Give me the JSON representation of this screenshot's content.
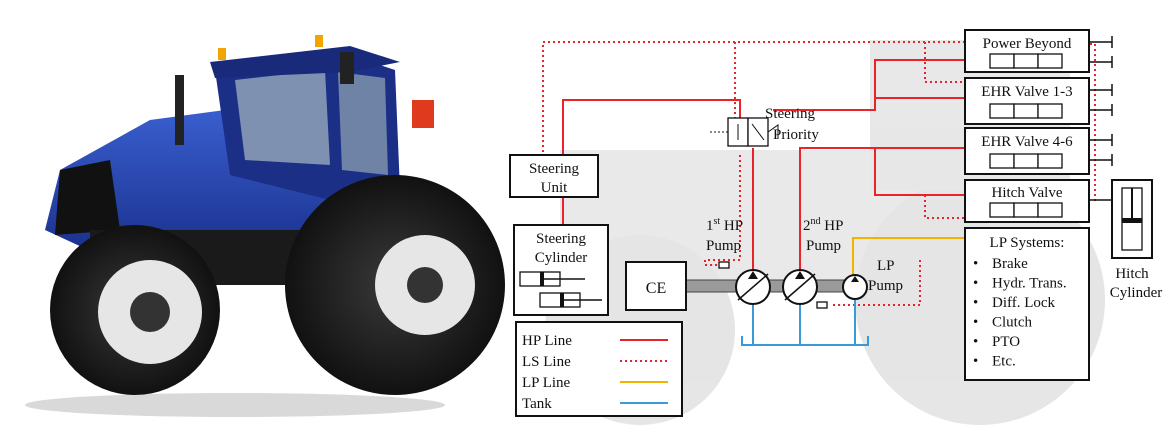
{
  "colors": {
    "hp_line": "#e8242a",
    "ls_line": "#e8242a",
    "lp_line": "#f2b300",
    "tank": "#3a9ad9",
    "tractor_blue": "#1f3fa8",
    "panel_bg": "#e9e9e9"
  },
  "diagram": {
    "power_beyond": "Power Beyond",
    "ehr_valve_1_3": "EHR Valve 1-3",
    "ehr_valve_4_6": "EHR Valve 4-6",
    "hitch_valve": "Hitch Valve",
    "steering_priority": [
      "Steering",
      "Priority"
    ],
    "steering_unit": [
      "Steering",
      "Unit"
    ],
    "steering_cylinder": [
      "Steering",
      "Cylinder"
    ],
    "ce": "CE",
    "hp_pump_1": {
      "ordinal": "1",
      "suffix": "st",
      "rest": " HP",
      "pump": "Pump"
    },
    "hp_pump_2": {
      "ordinal": "2",
      "suffix": "nd",
      "rest": " HP",
      "pump": "Pump"
    },
    "lp_pump": [
      "LP",
      "Pump"
    ],
    "lp_systems": {
      "title": "LP Systems:",
      "items": [
        "Brake",
        "Hydr. Trans.",
        "Diff. Lock",
        "Clutch",
        "PTO",
        "Etc."
      ]
    },
    "hitch_cylinder": [
      "Hitch",
      "Cylinder"
    ],
    "legend": [
      {
        "label": "HP Line",
        "style": "solid",
        "color": "#e8242a"
      },
      {
        "label": "LS Line",
        "style": "dotted",
        "color": "#e8242a"
      },
      {
        "label": "LP Line",
        "style": "solid",
        "color": "#f2b300"
      },
      {
        "label": "Tank",
        "style": "solid",
        "color": "#3a9ad9"
      }
    ]
  }
}
